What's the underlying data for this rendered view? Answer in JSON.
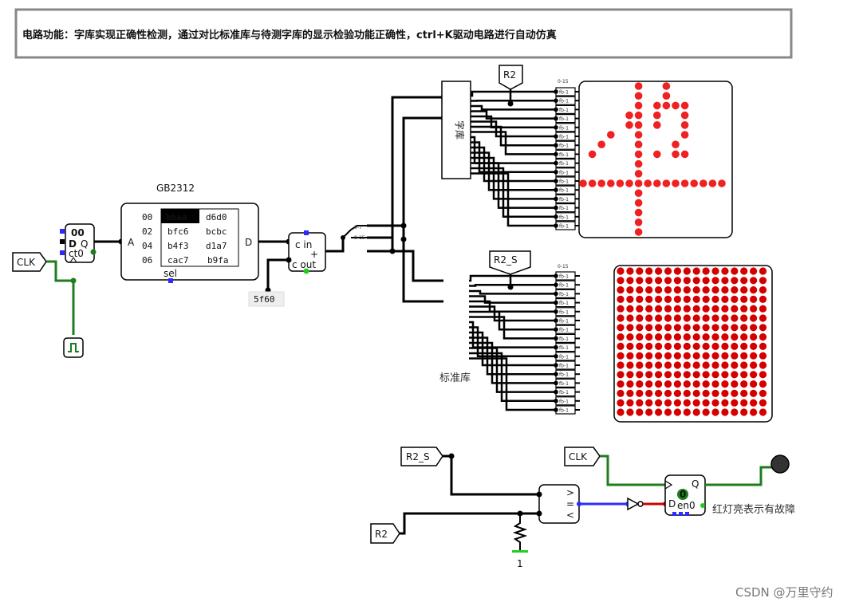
{
  "description": "电路功能：字库实现正确性检测，通过对比标准库与待测字库的显示检验功能正确性，ctrl+K驱动电路进行自动仿真",
  "rom": {
    "title": "GB2312",
    "addr_labels": [
      "00",
      "02",
      "04",
      "06"
    ],
    "cells": [
      [
        "bbaa",
        "d6d0"
      ],
      [
        "bfc6",
        "bcbc"
      ],
      [
        "b4f3",
        "d1a7"
      ],
      [
        "cac7",
        "b9fa"
      ]
    ],
    "port_a": "A",
    "port_d": "D",
    "sel": "sel"
  },
  "counter": {
    "value": "00",
    "d": "D",
    "q": "Q",
    "ct": "ct0"
  },
  "adder": {
    "cin": "c in",
    "cout": "c out",
    "plus": "+",
    "constant": "5f60"
  },
  "tunnels": {
    "clk": "CLK",
    "clk2": "CLK",
    "r2": "R2",
    "r2_bottom": "R2",
    "r2s": "R2_S",
    "r2s_bottom": "R2_S"
  },
  "splitter_in_label": "字库",
  "splitter_std_label": "标准库",
  "pin_range": "0-15",
  "bit_label": "fb-1",
  "comparator": {
    "gt": ">",
    "eq": "=",
    "lt": "<"
  },
  "ground_value": "1",
  "dff": {
    "value": "0",
    "q": "Q",
    "d": "D",
    "en": "en0"
  },
  "fault_label": "红灯亮表示有故障",
  "watermark": "CSDN @万里守约",
  "colors": {
    "wire": "#000000",
    "wire_active": "#1e7d1e",
    "wire_bus": "#2b2bff",
    "wire_err": "#cc0000",
    "led_on": "#ee2222",
    "led_std": "#d40000"
  },
  "matrix1_on": [
    "0000001001000000",
    "0000001001000000",
    "0000001011110000",
    "0000011010010000",
    "0000011010010000",
    "0001001000010000",
    "0010001000100000",
    "0100001010110000",
    "0000001000000000",
    "0000001000000000",
    "1111111111111111",
    "0000001000000000",
    "0000001000000000",
    "0000001000000000",
    "0000001000000000",
    "0000001000000000"
  ]
}
